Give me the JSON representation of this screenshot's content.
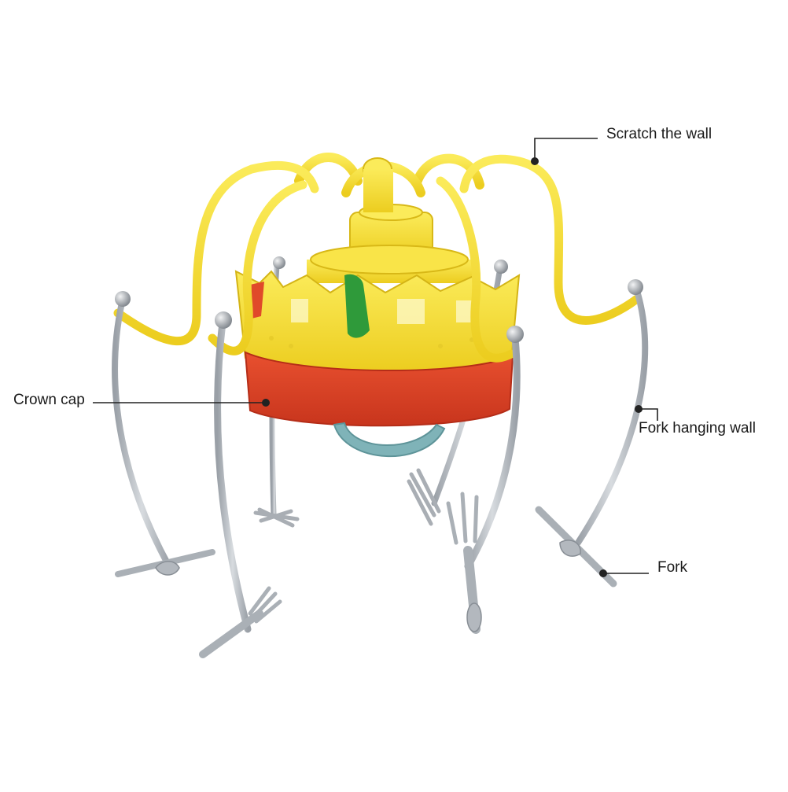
{
  "labels": {
    "scratch_the_wall": "Scratch the wall",
    "crown_cap": "Crown cap",
    "fork_hanging_wall": "Fork hanging wall",
    "fork": "Fork"
  },
  "colors": {
    "crown_yellow": "#f7e13a",
    "crown_yellow_shade": "#e8c81e",
    "band_red": "#e2452b",
    "band_red_shade": "#c9321c",
    "strap_teal": "#7fb3b8",
    "silver": "#b9bec4",
    "silver_shade": "#8e949b",
    "jewel_red": "#e04a2a",
    "jewel_green": "#2f9a3a",
    "callout_line": "#222222"
  }
}
